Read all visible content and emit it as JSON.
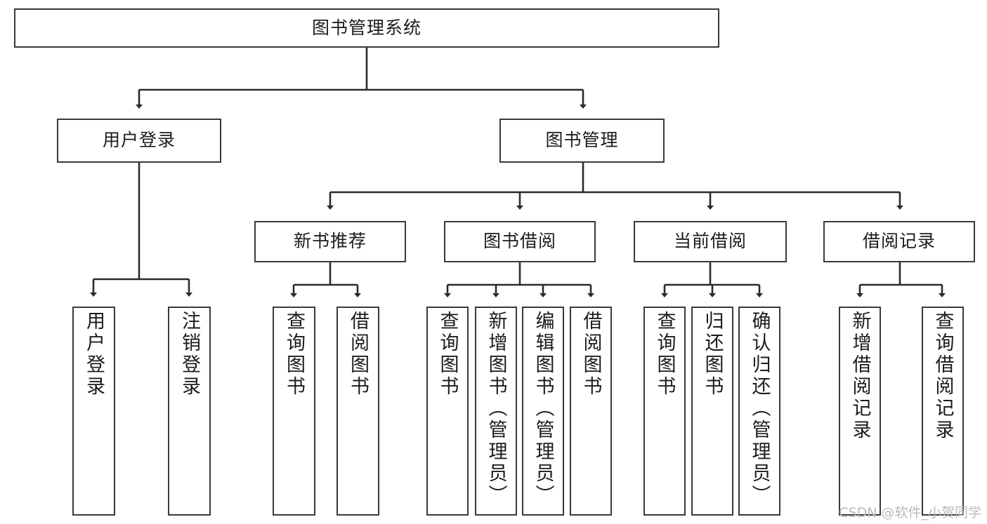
{
  "diagram": {
    "title": "图书管理系统",
    "type": "tree-hierarchy-diagram",
    "colors": {
      "box_border": "#3a3a3a",
      "box_fill": "#ffffff",
      "connector": "#2b2b2b",
      "text": "#1c1c1c",
      "watermark": "#b9b9b9",
      "background": "#ffffff"
    },
    "root": {
      "label": "图书管理系统"
    },
    "level2": [
      {
        "label": "用户登录"
      },
      {
        "label": "图书管理"
      }
    ],
    "level3": [
      {
        "label": "新书推荐"
      },
      {
        "label": "图书借阅"
      },
      {
        "label": "当前借阅"
      },
      {
        "label": "借阅记录"
      }
    ],
    "leaves": {
      "user_login": [
        {
          "label": "用户登录"
        },
        {
          "label": "注销登录"
        }
      ],
      "new_book_recommend": [
        {
          "label": "查询图书"
        },
        {
          "label": "借阅图书"
        }
      ],
      "book_borrow": [
        {
          "label": "查询图书"
        },
        {
          "label": "新增图书（管理员）"
        },
        {
          "label": "编辑图书（管理员）"
        },
        {
          "label": "借阅图书"
        }
      ],
      "current_borrow": [
        {
          "label": "查询图书"
        },
        {
          "label": "归还图书"
        },
        {
          "label": "确认归还（管理员）"
        }
      ],
      "borrow_record": [
        {
          "label": "新增借阅记录"
        },
        {
          "label": "查询借阅记录"
        }
      ]
    },
    "watermark": "CSDN @软件_小贺同学"
  }
}
